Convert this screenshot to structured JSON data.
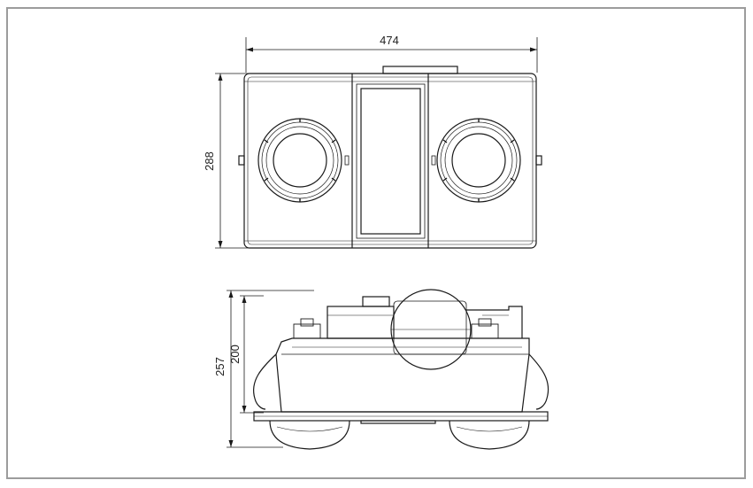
{
  "drawing": {
    "top_view": {
      "width_label": "474",
      "height_label": "288"
    },
    "side_view": {
      "outer_height_label": "257",
      "inner_height_label": "200"
    }
  }
}
